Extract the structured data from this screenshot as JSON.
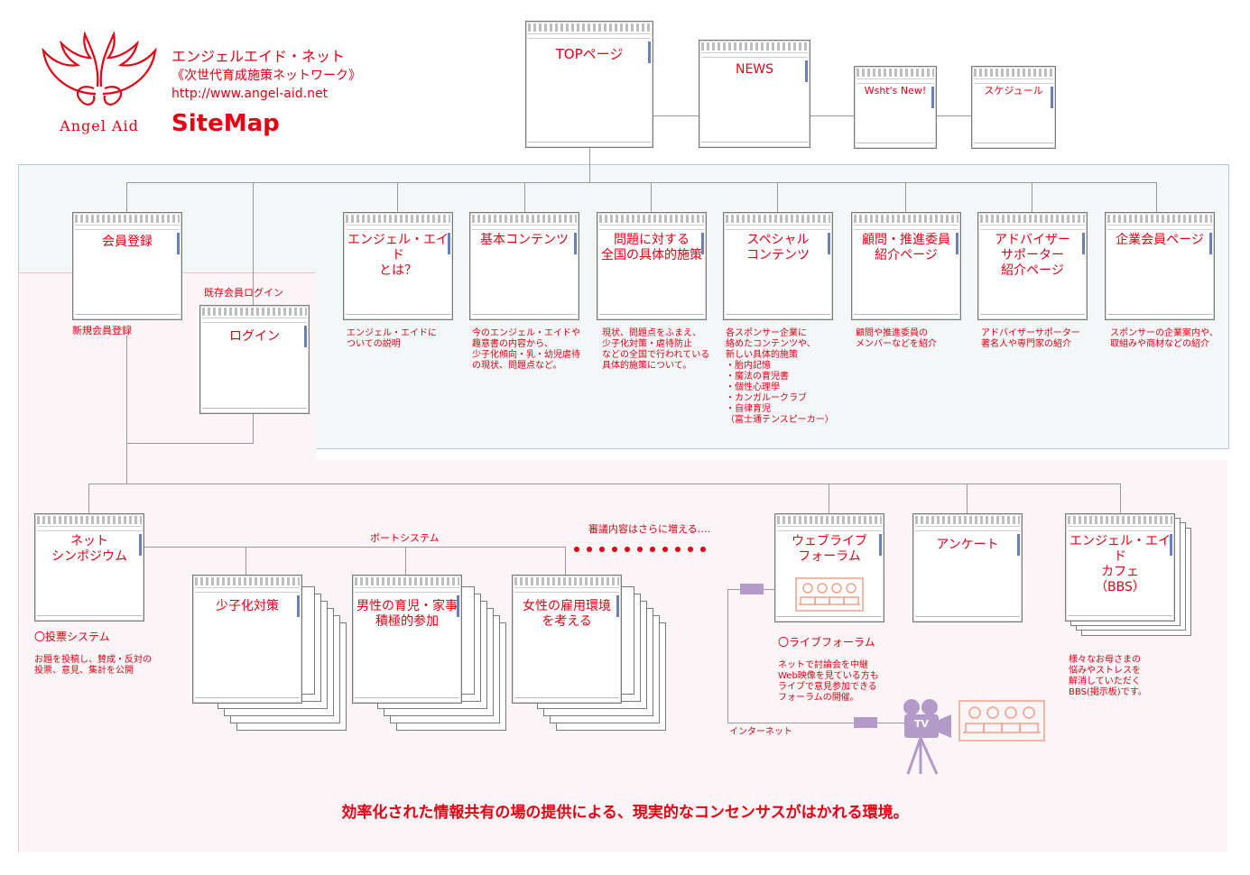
{
  "header": {
    "logo_text": "Angel Aid",
    "title_line1": "エンジェルエイド・ネット",
    "title_line2": "《次世代育成施策ネットワーク》",
    "url": "http://www.angel-aid.net",
    "sitemap": "SiteMap"
  },
  "top_pages": {
    "top": "TOPページ",
    "news": "NEWS",
    "whats_new": "Wsht's New!",
    "schedule": "スケジュール"
  },
  "member": {
    "register_win": "会員登録",
    "new_register_label": "新規会員登録",
    "existing_login_label": "既存会員ログイン",
    "login_win": "ログイン"
  },
  "content_pages": [
    {
      "title": "エンジェル・エイド\nとは？",
      "desc": "エンジェル・エイドに\nついての説明"
    },
    {
      "title": "基本コンテンツ",
      "desc": "今のエンジェル・エイドや\n趣意書の内容から、\n少子化傾向・乳・幼児虐待\nの現状、問題点など。"
    },
    {
      "title": "問題に対する\n全国の具体的施策",
      "desc": "現状、問題点をふまえ、\n少子化対策・虐待防止\nなどの全国で行われている\n具体的施策について。"
    },
    {
      "title": "スペシャル\nコンテンツ",
      "desc": "各スポンサー企業に\n絡めたコンテンツや、\n新しい具体的施策\n・胎内記憶\n・魔法の育児書\n・個性心理學\n・カンガルークラブ\n・自律育児\n（富士通テンスピーカー）"
    },
    {
      "title": "顧問・推進委員\n紹介ページ",
      "desc": "顧問や推進委員の\nメンバーなどを紹介"
    },
    {
      "title": "アドバイザー\nサポーター\n紹介ページ",
      "desc": "アドバイザーサポーター\n著名人や専門家の紹介"
    },
    {
      "title": "企業会員ページ",
      "desc": "スポンサーの企業案内や、\n取組みや商材などの紹介"
    }
  ],
  "symposium": {
    "title": "ネット\nシンポジウム",
    "vote_label": "〇投票システム",
    "vote_desc": "お題を投稿し、賛成・反対の\n投票、意見、集計を公開",
    "vote_system_label": "ボートシステム",
    "more_label": "審議内容はさらに増える‥‥",
    "topics": [
      "少子化対策",
      "男性の育児・家事\n積極的参加",
      "女性の雇用環境\nを考える"
    ]
  },
  "forum": {
    "title": "ウェブライブ\nフォーラム",
    "live_label": "〇ライブフォーラム",
    "live_desc": "ネットで討論会を中継\nWeb映像を見ている方も\nライブで意見参加できる\nフォーラムの開催。",
    "internet_label": "インターネット",
    "tv_label": "TV"
  },
  "survey": {
    "title": "アンケート"
  },
  "cafe": {
    "title": "エンジェル・エイド\nカフェ\n（BBS）",
    "desc": "様々なお母さまの\n悩みやストレスを\n解消していただく\nBBS(掲示板)です。"
  },
  "footer": {
    "tagline": "効率化された情報共有の場の提供による、現実的なコンセンサスがはかれる環境。"
  },
  "colors": {
    "accent": "#e60012",
    "panel_blue": "#f3f7f8",
    "panel_pink": "#fcf5f7",
    "connector": "#999999",
    "media": "#b39ac8",
    "people": "#f2a08a"
  }
}
